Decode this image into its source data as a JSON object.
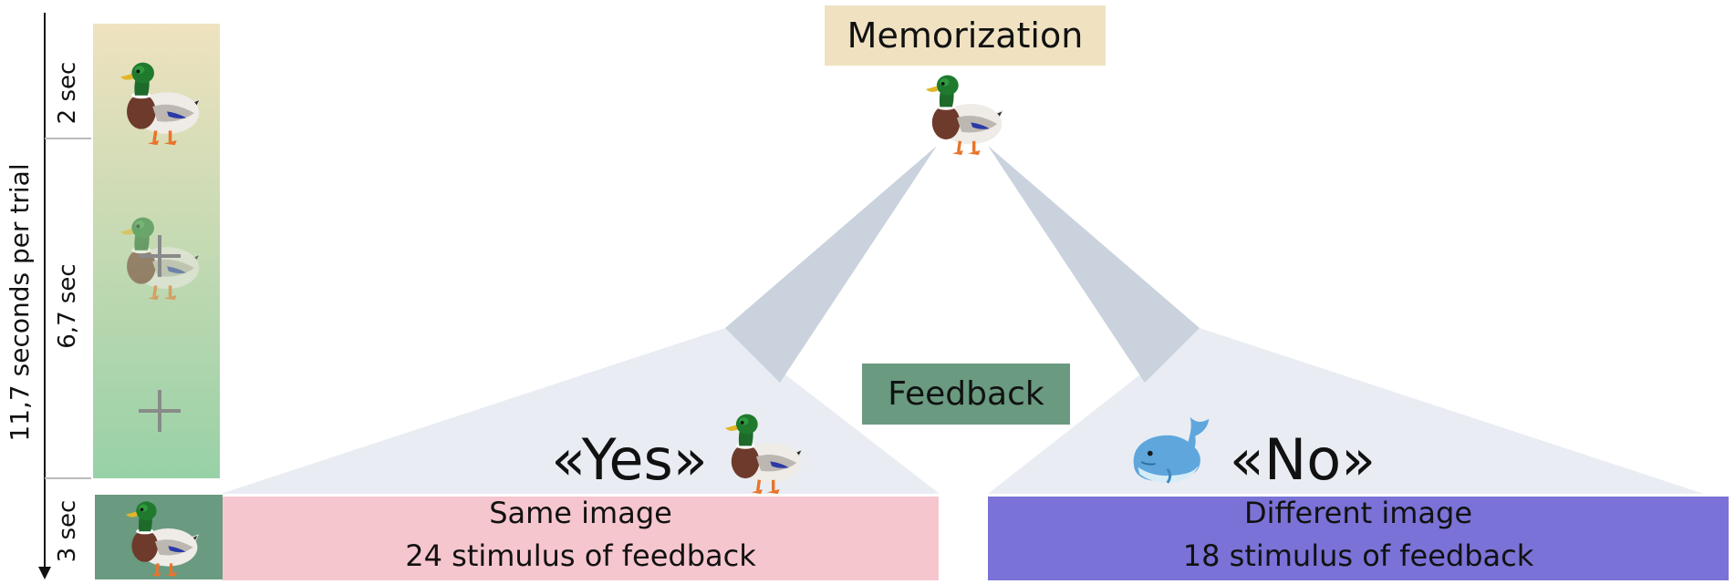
{
  "timeline": {
    "total_label": "11,7 seconds per trial",
    "phases": [
      {
        "duration": "2 sec"
      },
      {
        "duration": "6,7 sec"
      },
      {
        "duration": "3 sec"
      }
    ]
  },
  "stages": {
    "memorization": {
      "label": "Memorization",
      "color": "#f0e2c1"
    },
    "feedback": {
      "label": "Feedback",
      "color": "#6a9a80"
    }
  },
  "responses": {
    "yes": {
      "label": "«Yes»",
      "line1": "Same image",
      "line2": "24 stimulus of feedback",
      "color": "#f6c6ce"
    },
    "no": {
      "label": "«No»",
      "line1": "Different image",
      "line2": "18 stimulus of feedback",
      "color": "#7a72d6"
    }
  },
  "icons": [
    "duck-icon",
    "fixation-cross-icon",
    "whale-icon"
  ]
}
